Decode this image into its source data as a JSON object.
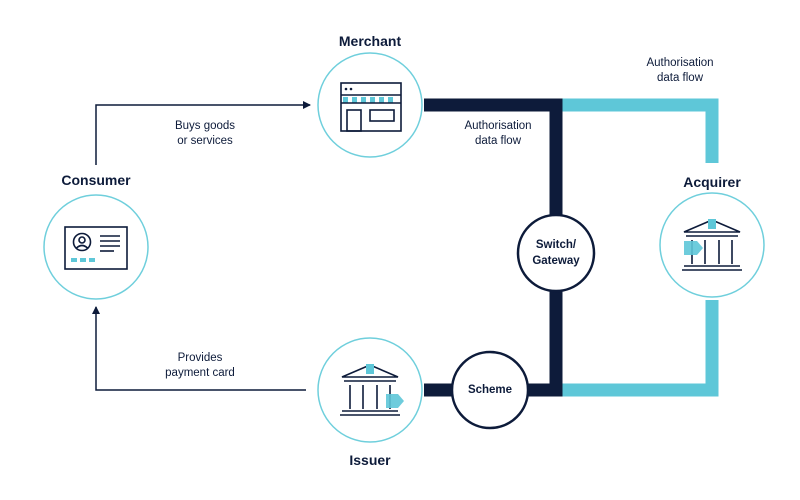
{
  "colors": {
    "navy": "#0d1b3a",
    "teal": "#5ec7d8",
    "circle_stroke": "#6fcfdc",
    "background": "#ffffff"
  },
  "nodes": {
    "merchant": {
      "title": "Merchant",
      "icon": "storefront-icon"
    },
    "consumer": {
      "title": "Consumer",
      "icon": "id-card-icon"
    },
    "acquirer": {
      "title": "Acquirer",
      "icon": "bank-icon"
    },
    "issuer": {
      "title": "Issuer",
      "icon": "bank-icon"
    },
    "switch_gateway": {
      "line1": "Switch/",
      "line2": "Gateway"
    },
    "scheme": {
      "title": "Scheme"
    }
  },
  "flows": {
    "buys": {
      "line1": "Buys goods",
      "line2": "or services"
    },
    "provides": {
      "line1": "Provides",
      "line2": "payment card"
    },
    "auth_navy": {
      "line1": "Authorisation",
      "line2": "data flow"
    },
    "auth_teal": {
      "line1": "Authorisation",
      "line2": "data flow"
    }
  }
}
